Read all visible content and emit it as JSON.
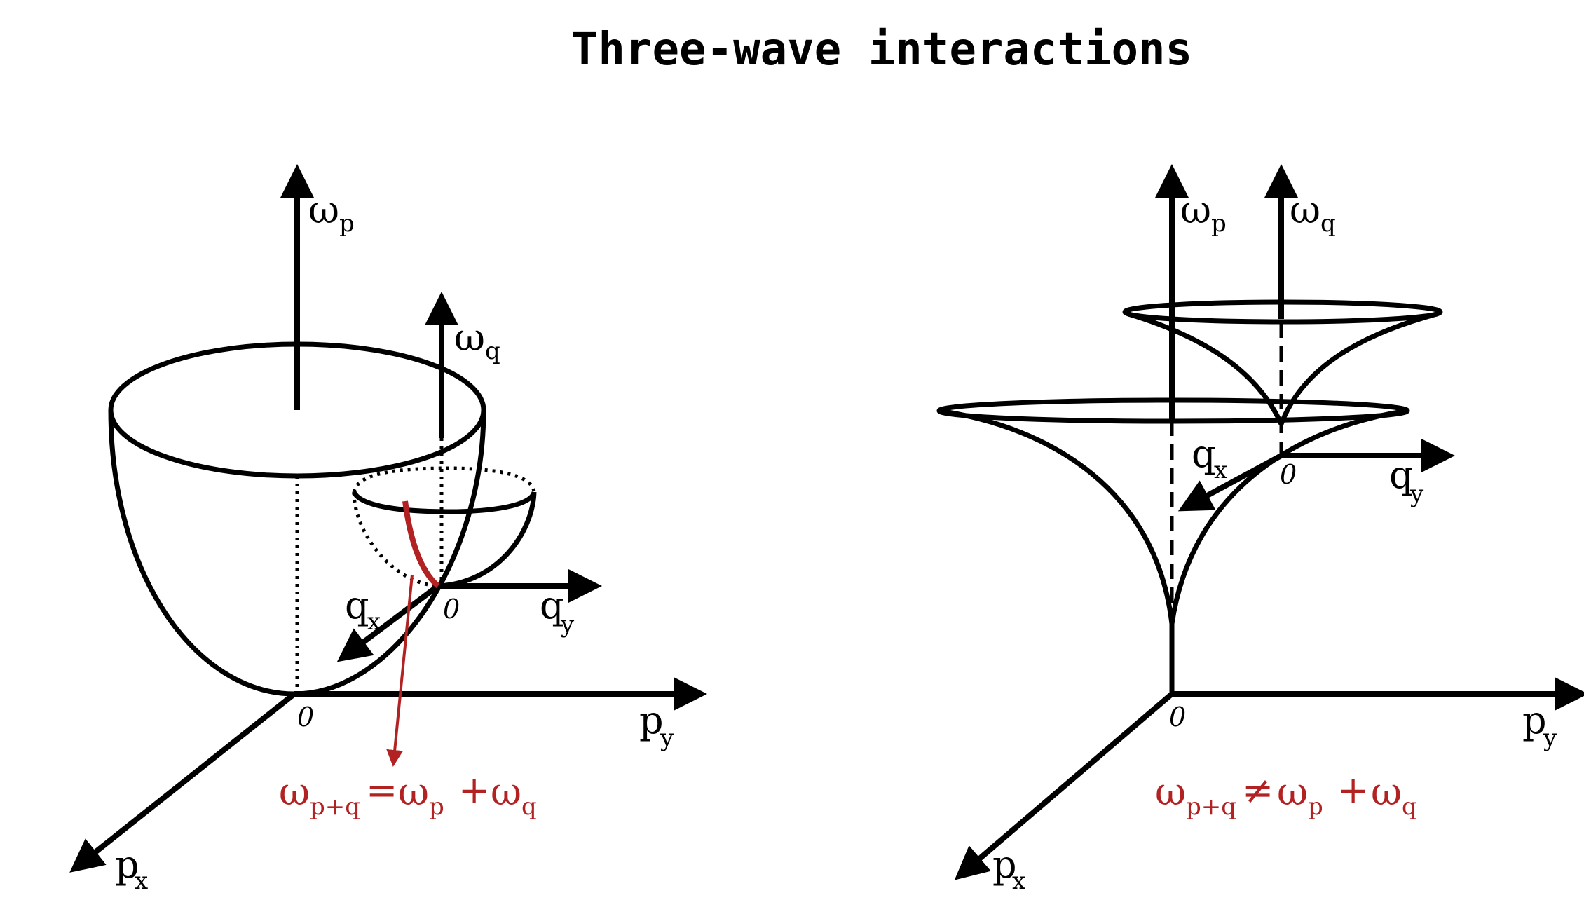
{
  "title": "Three-wave interactions",
  "left": {
    "labels": {
      "omega_p": "ω",
      "omega_p_sub": "p",
      "omega_q": "ω",
      "omega_q_sub": "q",
      "q_x": "q",
      "q_x_sub": "x",
      "q_y": "q",
      "q_y_sub": "y",
      "origin_q": "0",
      "origin_p": "0",
      "p_y": "p",
      "p_y_sub": "y",
      "p_x": "p",
      "p_x_sub": "x"
    },
    "equation": {
      "w1": "ω",
      "s1": "p+q",
      "op1": "=",
      "w2": "ω",
      "s2": "p",
      "op2": "+",
      "w3": "ω",
      "s3": "q"
    }
  },
  "right": {
    "labels": {
      "omega_p": "ω",
      "omega_p_sub": "p",
      "omega_q": "ω",
      "omega_q_sub": "q",
      "q_x": "q",
      "q_x_sub": "x",
      "q_y": "q",
      "q_y_sub": "y",
      "origin_q": "0",
      "origin_p": "0",
      "p_y": "p",
      "p_y_sub": "y",
      "p_x": "p",
      "p_x_sub": "x"
    },
    "equation": {
      "w1": "ω",
      "s1": "p+q",
      "op1": "≠",
      "w2": "ω",
      "s2": "p",
      "op2": "+",
      "w3": "ω",
      "s3": "q"
    }
  },
  "colors": {
    "ink": "#000000",
    "accent": "#b22222"
  }
}
